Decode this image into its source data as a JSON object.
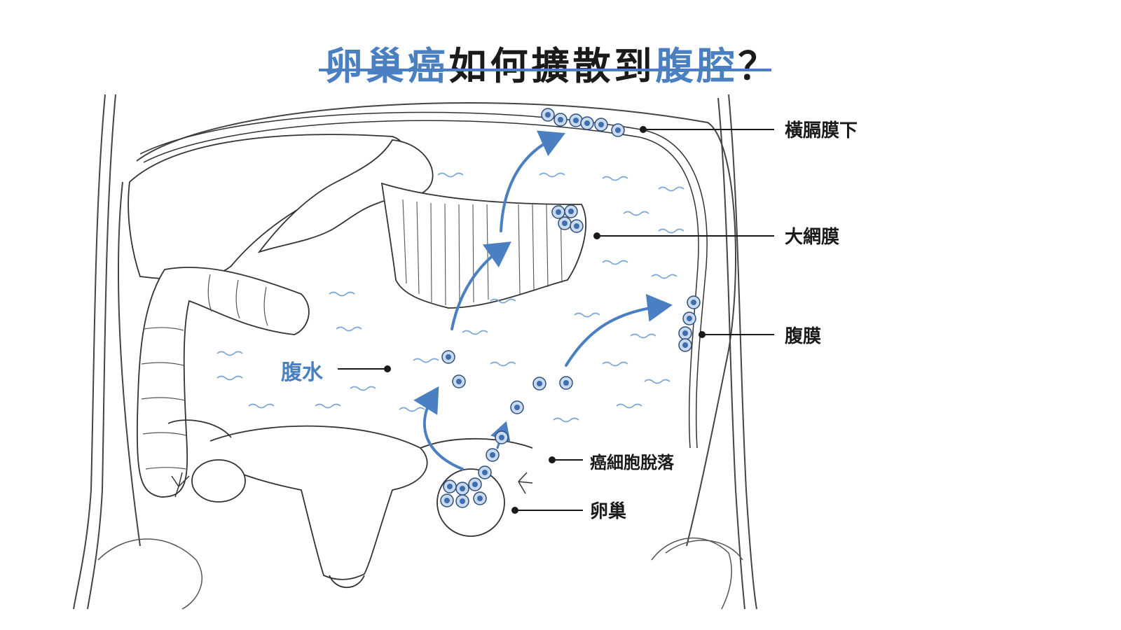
{
  "title": {
    "part1_blue": "卵巢癌",
    "part2_dark": "如何擴散到",
    "part3_blue": "腹腔",
    "part4_dark": "？"
  },
  "labels": {
    "subdiaphragm": "橫膈膜下",
    "omentum": "大網膜",
    "peritoneum": "腹膜",
    "ascites": "腹水",
    "shedding": "癌細胞脫落",
    "ovary": "卵巢"
  },
  "colors": {
    "accent": "#4a7fc1",
    "line": "#555555",
    "text": "#1a1a1a"
  }
}
